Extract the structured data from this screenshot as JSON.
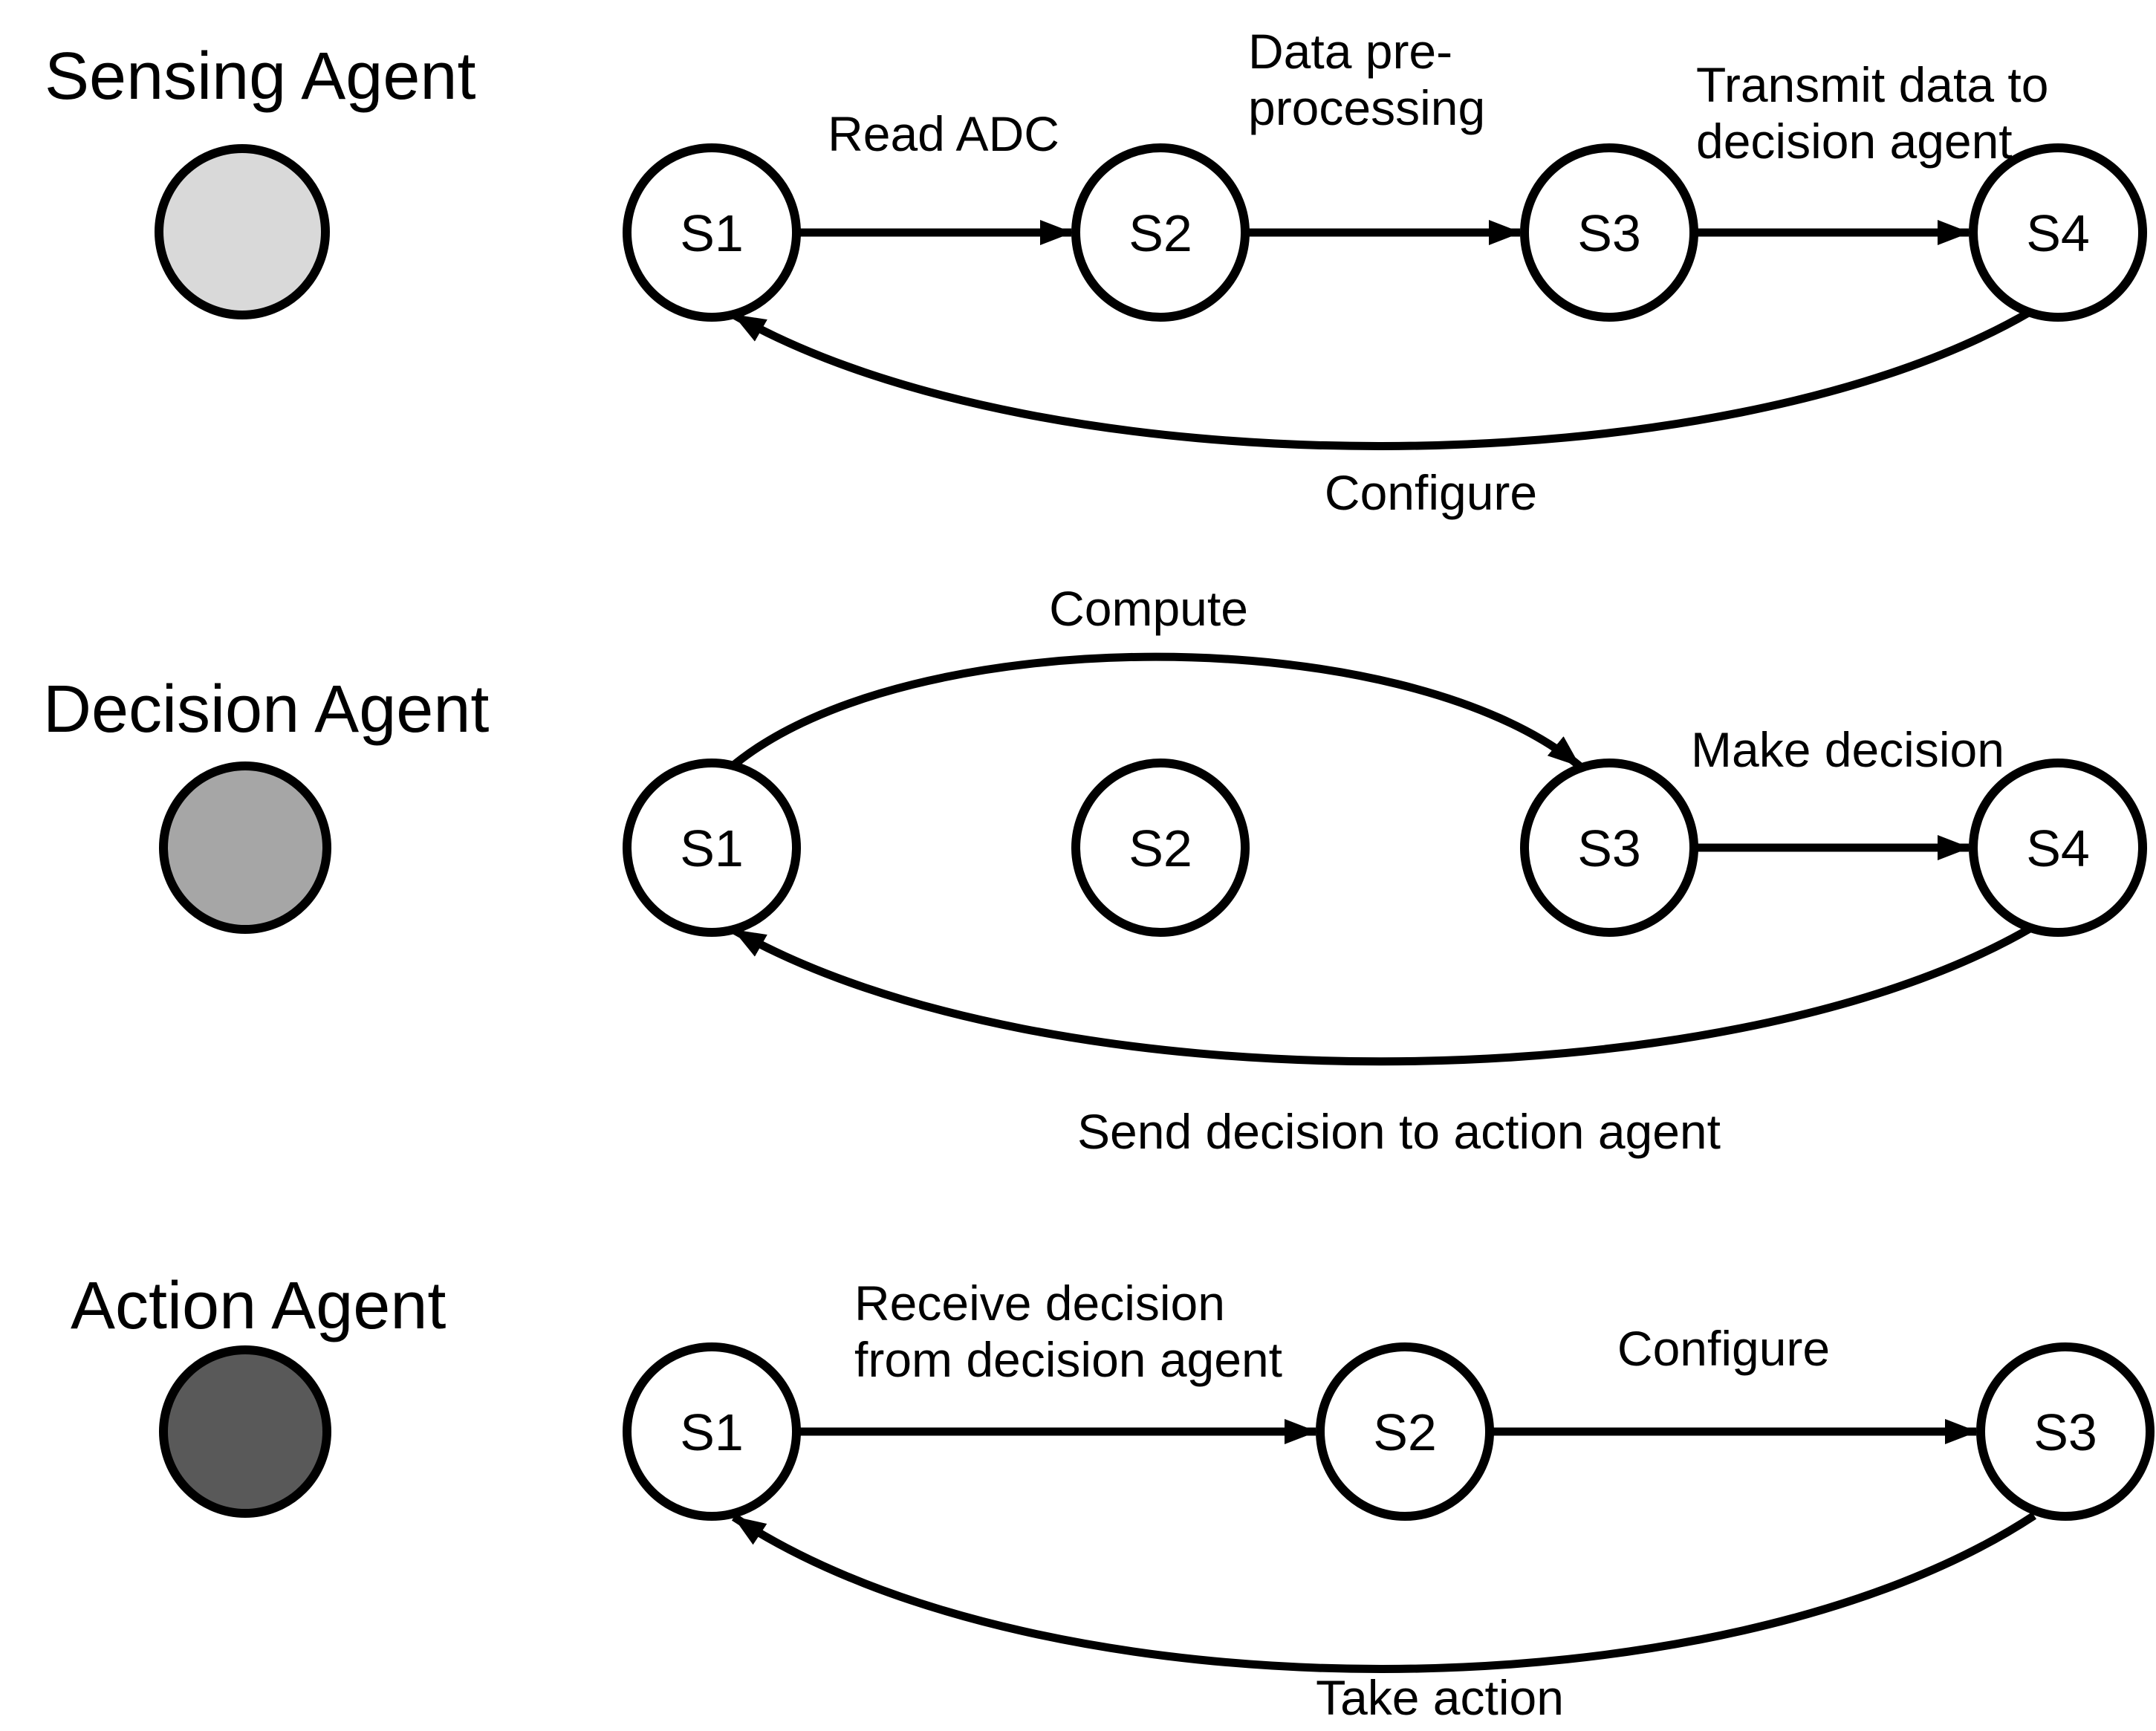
{
  "theme": {
    "background": "#ffffff",
    "line_color": "#000000",
    "state_fill": "#ffffff"
  },
  "agents": [
    {
      "title": "Sensing Agent",
      "color": "#d9d9d9",
      "states": [
        {
          "label": "S1"
        },
        {
          "label": "S2"
        },
        {
          "label": "S3"
        },
        {
          "label": "S4"
        }
      ],
      "transitions": [
        {
          "from": "S1",
          "to": "S2",
          "label": "Read ADC",
          "lines": [
            "Read ADC"
          ]
        },
        {
          "from": "S2",
          "to": "S3",
          "label": "Data pre-processing",
          "lines": [
            "Data pre-",
            "processing"
          ]
        },
        {
          "from": "S3",
          "to": "S4",
          "label": "Transmit data to decision agent",
          "lines": [
            "Transmit data to",
            "decision agent"
          ]
        },
        {
          "from": "S4",
          "to": "S1",
          "label": "Configure",
          "lines": [
            "Configure"
          ]
        }
      ]
    },
    {
      "title": "Decision Agent",
      "color": "#a6a6a6",
      "states": [
        {
          "label": "S1"
        },
        {
          "label": "S2"
        },
        {
          "label": "S3"
        },
        {
          "label": "S4"
        }
      ],
      "transitions": [
        {
          "from": "S1",
          "to": "S3",
          "label": "Compute",
          "lines": [
            "Compute"
          ]
        },
        {
          "from": "S3",
          "to": "S4",
          "label": "Make decision",
          "lines": [
            "Make decision"
          ]
        },
        {
          "from": "S4",
          "to": "S1",
          "label": "Send decision to action agent",
          "lines": [
            "Send decision to action agent"
          ]
        }
      ]
    },
    {
      "title": "Action Agent",
      "color": "#595959",
      "states": [
        {
          "label": "S1"
        },
        {
          "label": "S2"
        },
        {
          "label": "S3"
        }
      ],
      "transitions": [
        {
          "from": "S1",
          "to": "S2",
          "label": "Receive decision from decision agent",
          "lines": [
            "Receive decision",
            "from decision agent"
          ]
        },
        {
          "from": "S2",
          "to": "S3",
          "label": "Configure",
          "lines": [
            "Configure"
          ]
        },
        {
          "from": "S3",
          "to": "S1",
          "label": "Take action",
          "lines": [
            "Take action"
          ]
        }
      ]
    }
  ]
}
